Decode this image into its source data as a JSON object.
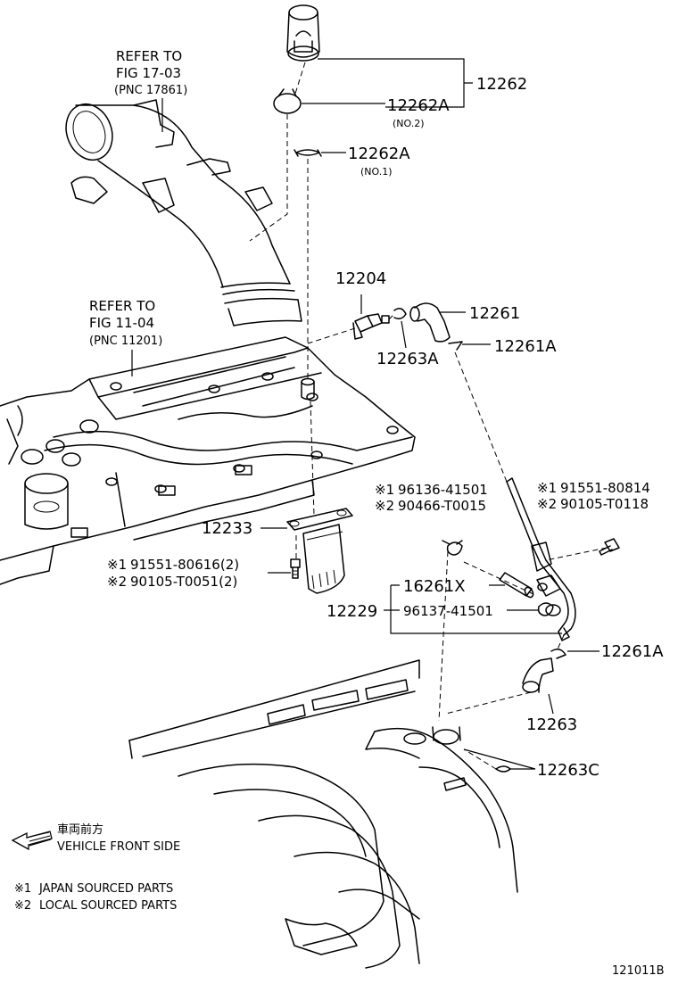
{
  "refs": [
    {
      "line1": "REFER TO",
      "line2": "FIG 17-03",
      "line3": "(PNC 17861)"
    },
    {
      "line1": "REFER TO",
      "line2": "FIG 11-04",
      "line3": "(PNC 11201)"
    }
  ],
  "callouts": {
    "p12262": "12262",
    "p12262A_no2": "12262A",
    "p12262A_no2_note": "(NO.2)",
    "p12262A_no1": "12262A",
    "p12262A_no1_note": "(NO.1)",
    "p12204": "12204",
    "p12261": "12261",
    "p12263A": "12263A",
    "p12261A_top": "12261A",
    "p12233": "12233",
    "p12229": "12229",
    "p16261X": "16261X",
    "p12261A_bottom": "12261A",
    "p12263": "12263",
    "p12263C": "12263C"
  },
  "bolt_left": {
    "l1_mark": "※1",
    "l1_part": "91551-80616(2)",
    "l2_mark": "※2",
    "l2_part": "90105-T0051(2)"
  },
  "clamp_upper": {
    "l1_mark": "※1",
    "l1_part": "96136-41501",
    "l2_mark": "※2",
    "l2_part": "90466-T0015"
  },
  "bolt_right": {
    "l1_mark": "※1",
    "l1_part": "91551-80814",
    "l2_mark": "※2",
    "l2_part": "90105-T0118"
  },
  "clamp_lower": "96137-41501",
  "direction": {
    "jp": "車両前方",
    "en": "VEHICLE FRONT SIDE"
  },
  "notes": {
    "n1_mark": "※1",
    "n1_text": "JAPAN SOURCED PARTS",
    "n2_mark": "※2",
    "n2_text": "LOCAL SOURCED PARTS"
  },
  "figure_id": "121011B"
}
